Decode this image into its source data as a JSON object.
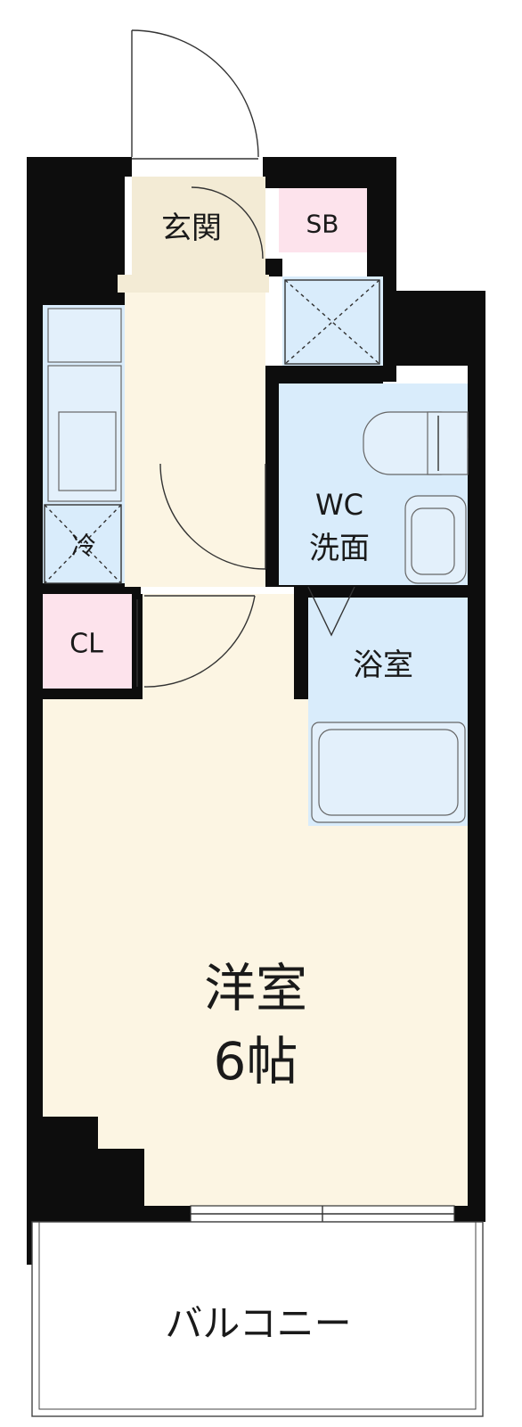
{
  "colors": {
    "wall": "#0d0d0d",
    "room_floor": "#fcf5e3",
    "wet_area": "#d9ecfb",
    "storage": "#fde3ec",
    "balcony": "#ffffff"
  },
  "rooms": {
    "entrance": "玄関",
    "shoe_box": "SB",
    "refrigerator": "冷",
    "closet": "CL",
    "wc_line1": "WC",
    "wc_line2": "洗面",
    "bathroom": "浴室",
    "western_room": "洋室",
    "western_room_size": "6帖",
    "balcony": "バルコニー"
  }
}
